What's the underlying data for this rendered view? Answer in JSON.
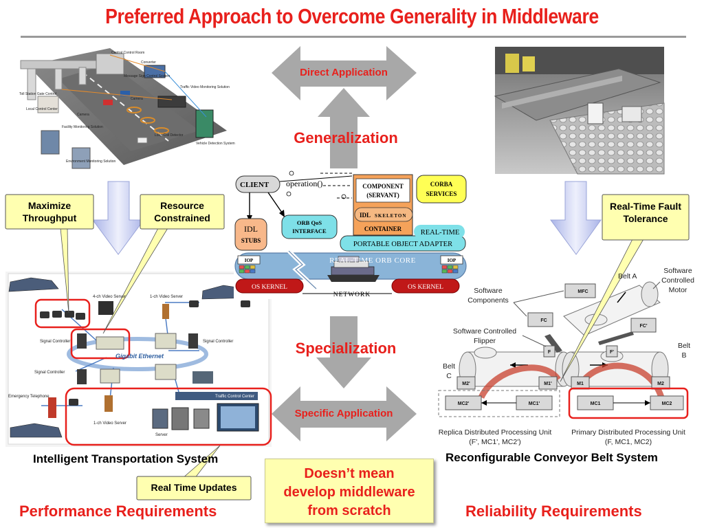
{
  "title": "Preferred Approach to Overcome Generality in Middleware",
  "arrows": {
    "top": "Direct  Application",
    "up": "Generalization",
    "down": "Specialization",
    "bottom": "Specific Application"
  },
  "callouts": {
    "throughput": "Maximize Throughput",
    "resource": "Resource Constrained",
    "realtime_fault": "Real-Time Fault Tolerance",
    "updates": "Real Time Updates"
  },
  "its": {
    "caption": "Intelligent Transportation System",
    "heading": "Performance Requirements",
    "top_image_labels": [
      "Converter",
      "Central Control Room",
      "Message Sign Control System",
      "Traffic Video Monitoring Solution",
      "Toll Station Gate Control",
      "Local Control Center",
      "Camera",
      "Camera",
      "Facility Monitoring Solution",
      "Loop Coil Detector",
      "Vehicle Detection System",
      "Environment Monitoring Solution"
    ],
    "network_labels": [
      "4-ch Video Server",
      "1-ch Video Server",
      "Signal Controller",
      "Signal Controller",
      "Gigabit Ethernet",
      "Signal Controller",
      "Emergency Telephone",
      "1-ch Video Server",
      "Server",
      "Traffic Control Center"
    ]
  },
  "orb": {
    "client": "CLIENT",
    "operation": "operation()",
    "component": "COMPONENT",
    "servant": "(SERVANT)",
    "corba1": "CORBA",
    "corba2": "SERVICES",
    "idl_skel": "IDL",
    "skeleton": "SKELETON",
    "container": "CONTAINER",
    "idl_stubs1": "IDL",
    "idl_stubs2": "STUBS",
    "orbqos1": "ORB QoS",
    "orbqos2": "INTERFACE",
    "rt": "REAL-TIME",
    "poa": "PORTABLE OBJECT ADAPTER",
    "core": "REAL-TIME  ORB  CORE",
    "iop_left": "IOP",
    "iop_right": "IOP",
    "os_left": "OS  KERNEL",
    "os_right": "OS  KERNEL",
    "network": "NETWORK"
  },
  "conveyor": {
    "caption": "Reconfigurable Conveyor Belt System",
    "heading": "Reliability Requirements",
    "belt_a": "Belt A",
    "belt_b": [
      "Belt",
      "B"
    ],
    "belt_c": [
      "Belt",
      "C"
    ],
    "motor": [
      "Software",
      "Controlled",
      "Motor"
    ],
    "components": [
      "Software",
      "Components"
    ],
    "flipper": [
      "Software Controlled",
      "Flipper"
    ],
    "boxes": {
      "mfc": "MFC",
      "fc": "FC",
      "fc2": "FC'",
      "f": "F",
      "f2": "F'",
      "m1": "M1",
      "m2": "M2",
      "m1p": "M1'",
      "m2p": "M2'",
      "mc1": "MC1",
      "mc2": "MC2",
      "mc1p": "MC1'",
      "mc2p": "MC2'"
    },
    "replica": [
      "Replica Distributed Processing Unit",
      "(F', MC1', MC2')"
    ],
    "primary": [
      "Primary Distributed Processing Unit",
      "(F, MC1, MC2)"
    ]
  },
  "note": [
    "Doesn’t mean",
    "develop middleware",
    "from scratch"
  ],
  "colors": {
    "accent_red": "#e8201c",
    "arrow_gray": "#a8a8a8",
    "callout_yellow": "#ffffb0",
    "orb_blue": "#8ab4d8"
  }
}
